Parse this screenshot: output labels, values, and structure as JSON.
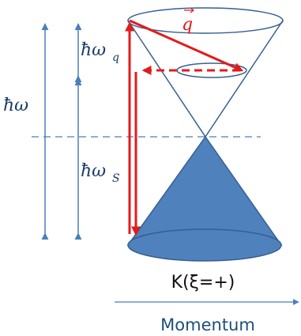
{
  "labels": {
    "hbar_omega": "ħω",
    "hbar_omega_q_base": "ħω",
    "hbar_omega_q_sub": "q",
    "hbar_omega_s_base": "ħω",
    "hbar_omega_s_sub": "S",
    "q_vector": "q",
    "valley": "K(ξ=+)",
    "momentum": "Momentum"
  },
  "colors": {
    "cone_fill": "#4f81bd",
    "cone_stroke": "#365f91",
    "axis_blue": "#4a7ebb",
    "arrow_red": "#e31b1b"
  }
}
